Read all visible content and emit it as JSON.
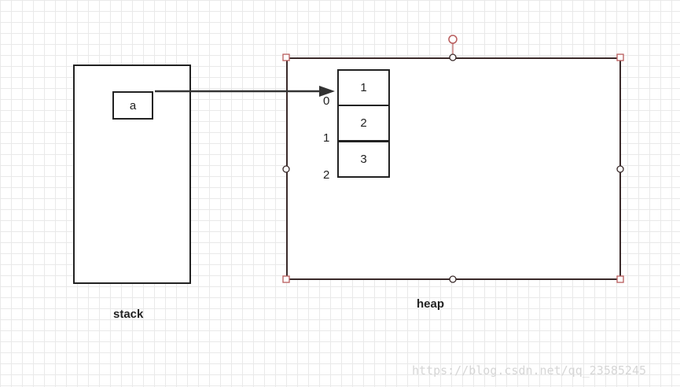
{
  "diagram": {
    "stack": {
      "label": "stack",
      "variable": "a"
    },
    "heap": {
      "label": "heap",
      "cells": [
        "1",
        "2",
        "3"
      ],
      "indices": [
        "0",
        "1",
        "2"
      ]
    },
    "colors": {
      "outline": "#222222",
      "heap_outline": "#3a2a2a",
      "selection_handle": "#b85c5c",
      "grid": "#e9e9e9"
    }
  },
  "watermark": "https://blog.csdn.net/qq_23585245"
}
